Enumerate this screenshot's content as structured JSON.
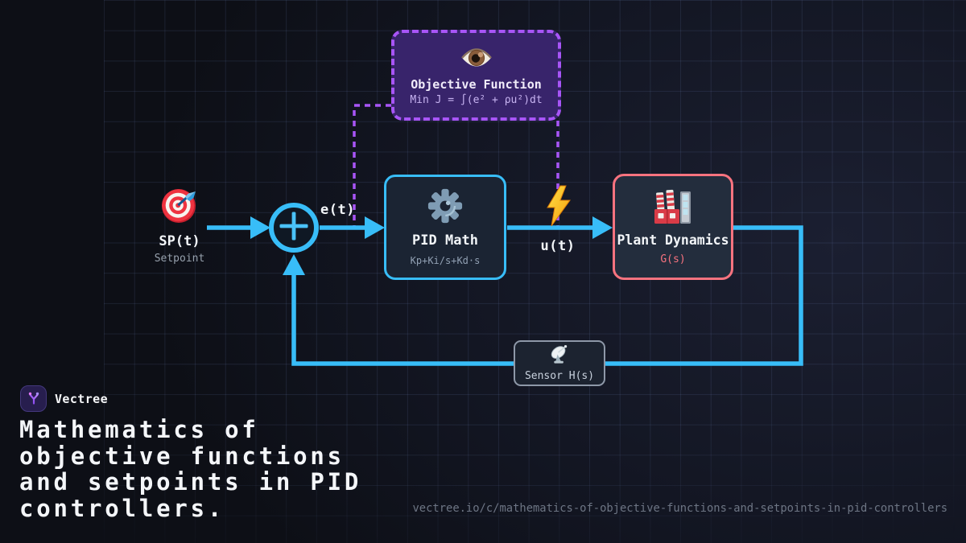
{
  "diagram": {
    "objective": {
      "icon": "eye-icon",
      "title": "Objective Function",
      "formula": "Min J = ∫(e² + ρu²)dt"
    },
    "setpoint": {
      "icon": "target-icon",
      "label": "SP(t)",
      "sublabel": "Setpoint"
    },
    "junction": {
      "icon": "plus-icon"
    },
    "signals": {
      "error": "e(t)",
      "control": "u(t)",
      "control_icon": "lightning-icon"
    },
    "pid": {
      "icon": "gear-icon",
      "title": "PID Math",
      "formula": "Kp+Ki/s+Kd·s"
    },
    "plant": {
      "icon": "factory-icon",
      "title": "Plant Dynamics",
      "formula": "G(s)"
    },
    "sensor": {
      "icon": "satellite-dish-icon",
      "label": "Sensor H(s)"
    }
  },
  "branding": {
    "logo_icon": "vectree-branch-icon",
    "name": "Vectree",
    "url": "vectree.io/c/mathematics-of-objective-functions-and-setpoints-in-pid-controllers"
  },
  "title": {
    "lines": [
      "Mathematics of",
      "objective functions",
      "and setpoints in PID",
      "controllers."
    ]
  },
  "colors": {
    "background": "#0d0f16",
    "accent_blue": "#38bdf8",
    "accent_purple": "#a855f7",
    "accent_salmon": "#f8737f",
    "objective_fill": "#38246b",
    "box_fill": "#1b2433",
    "muted_text": "#91a0b3"
  }
}
